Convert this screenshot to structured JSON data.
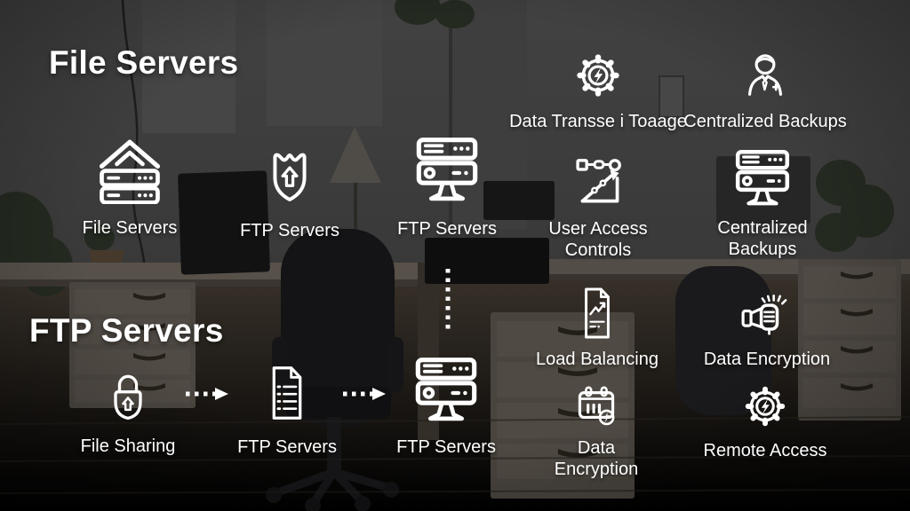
{
  "slide": {
    "background_scene": "dark office photo: white desks, black mesh office chair, drawer units, monitors, plants, wood floor",
    "headings": {
      "file_servers": "File Servers",
      "ftp_servers": "FTP Servers"
    },
    "colors": {
      "icon_stroke": "#ffffff",
      "text": "#ffffff",
      "wall": "#3e3e3e",
      "floor": "#332c25"
    }
  },
  "nodes": [
    {
      "label": "File Servers",
      "icon": "server-stack-icon"
    },
    {
      "label": "FTP Servers",
      "icon": "shield-upload-icon"
    },
    {
      "label": "FTP Servers",
      "icon": "server-monitor-icon"
    },
    {
      "label": "User Access Controls",
      "icon": "growth-chart-icon"
    },
    {
      "label": "Centralized Backups",
      "icon": "server-monitor-icon"
    },
    {
      "label": "Data Transse i Toaage",
      "icon": "gear-lightning-icon"
    },
    {
      "label": "Centralized Backups",
      "icon": "person-icon"
    },
    {
      "label": "File Sharing",
      "icon": "padlock-upload-icon"
    },
    {
      "label": "FTP Servers",
      "icon": "document-list-icon"
    },
    {
      "label": "FTP Servers",
      "icon": "server-monitor-icon"
    },
    {
      "label": "Load Balancing",
      "icon": "document-chart-icon"
    },
    {
      "label": "Data Encryption",
      "icon": "fist-flash-icon"
    },
    {
      "label": "Data Encryption",
      "icon": "calendar-power-icon"
    },
    {
      "label": "Remote Access",
      "icon": "gear-lightning-icon"
    }
  ],
  "connectors": [
    {
      "type": "dotted-arrow-right",
      "from": "File Sharing",
      "to": "FTP Servers"
    },
    {
      "type": "dotted-arrow-right",
      "from": "FTP Servers",
      "to": "FTP Servers"
    },
    {
      "type": "dotted-line-vertical",
      "from": "FTP Servers (top)",
      "to": "FTP Servers (bottom)"
    }
  ]
}
